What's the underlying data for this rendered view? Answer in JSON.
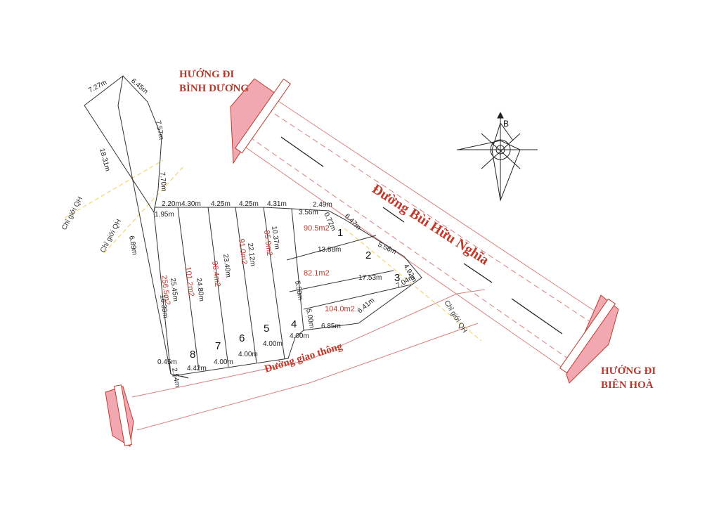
{
  "directions": {
    "binh_duong_1": "HƯỚNG ĐI",
    "binh_duong_2": "BÌNH DƯƠNG",
    "bien_hoa_1": "HƯỚNG ĐI",
    "bien_hoa_2": "BIÊN HOÀ"
  },
  "roads": {
    "main": "Đường Bùi Hữu Nghĩa",
    "side": "Đường giao thông"
  },
  "compass": {
    "north": "B"
  },
  "planning_line": "Chỉ giới QH",
  "lots": [
    {
      "number": "1",
      "area": "90.5m2"
    },
    {
      "number": "2",
      "area": "82.1m2"
    },
    {
      "number": "3",
      "area": "104.0m2"
    },
    {
      "number": "4",
      "area": "85.9m2"
    },
    {
      "number": "5",
      "area": "91.0m2"
    },
    {
      "number": "6",
      "area": "96.4m2"
    },
    {
      "number": "7",
      "area": "101.2m2"
    },
    {
      "number": "8",
      "area": "256.5m2"
    }
  ],
  "dims": {
    "top_727": "7.27m",
    "top_645": "6.45m",
    "left_1831": "18.31m",
    "right_757": "7.57m",
    "right_770": "7.70m",
    "left_689": "6.89m",
    "left_1639": "16.39m",
    "w_220": "2.20m",
    "w_195": "1.95m",
    "w_430": "4.30m",
    "w_425a": "4.25m",
    "w_425b": "4.25m",
    "w_431": "4.31m",
    "w_356": "3.56m",
    "w_249": "2.49m",
    "w_072": "0.72m",
    "w_647": "6.47m",
    "d_1037": "10.37m",
    "d_1388": "13.88m",
    "d_556": "5.56m",
    "d_1753": "17.53m",
    "d_492": "4.92m",
    "d_550": "5.50m",
    "d_704": "7.04m",
    "d_500": "5.00m",
    "d_641": "6.41m",
    "d_685": "6.85m",
    "d_2212": "22.12m",
    "d_2340": "23.40m",
    "d_2480": "24.80m",
    "d_2545": "25.45m",
    "b_400_4": "4.00m",
    "b_400_5": "4.00m",
    "b_400_6": "4.00m",
    "b_400_7": "4.00m",
    "b_442": "4.42m",
    "b_045": "0.45m",
    "b_254": "2.54m"
  }
}
